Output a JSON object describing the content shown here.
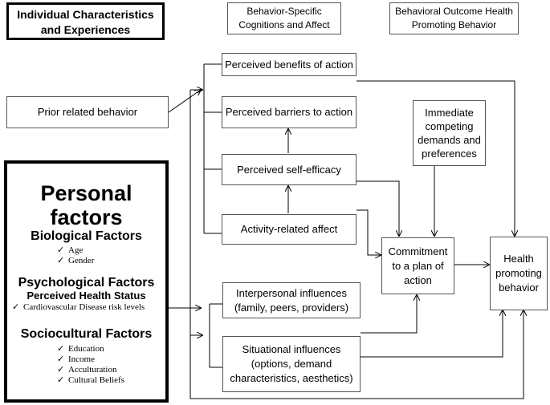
{
  "headers": {
    "individual": [
      "Individual Characteristics",
      "and Experiences"
    ],
    "cognitions": [
      "Behavior-Specific",
      "Cognitions and Affect"
    ],
    "outcome": [
      "Behavioral  Outcome Health",
      "Promoting Behavior"
    ]
  },
  "boxes": {
    "prior": "Prior related behavior",
    "benefits": "Perceived benefits of action",
    "barriers": "Perceived barriers to action",
    "efficacy": "Perceived self-efficacy",
    "affect": "Activity-related affect",
    "immediate": [
      "Immediate",
      "competing",
      "demands and",
      "preferences"
    ],
    "commitment": [
      "Commitment",
      "to a plan of",
      "action"
    ],
    "health": [
      "Health",
      "promoting",
      "behavior"
    ],
    "interpersonal": [
      "Interpersonal influences",
      "(family, peers, providers)"
    ],
    "situational": [
      "Situational influences",
      "(options, demand",
      "characteristics, aesthetics)"
    ]
  },
  "personal": {
    "title": "Personal factors",
    "biological": {
      "heading": "Biological Factors",
      "items": [
        "Age",
        "Gender"
      ]
    },
    "psychological": {
      "heading": "Psychological Factors",
      "subheading": "Perceived Health Status",
      "items": [
        "Cardiovascular Disease risk levels"
      ]
    },
    "sociocultural": {
      "heading": "Sociocultural Factors",
      "items": [
        "Education",
        "Income",
        "Acculturation",
        "Cultural Beliefs"
      ]
    },
    "check_glyph": "✓"
  }
}
